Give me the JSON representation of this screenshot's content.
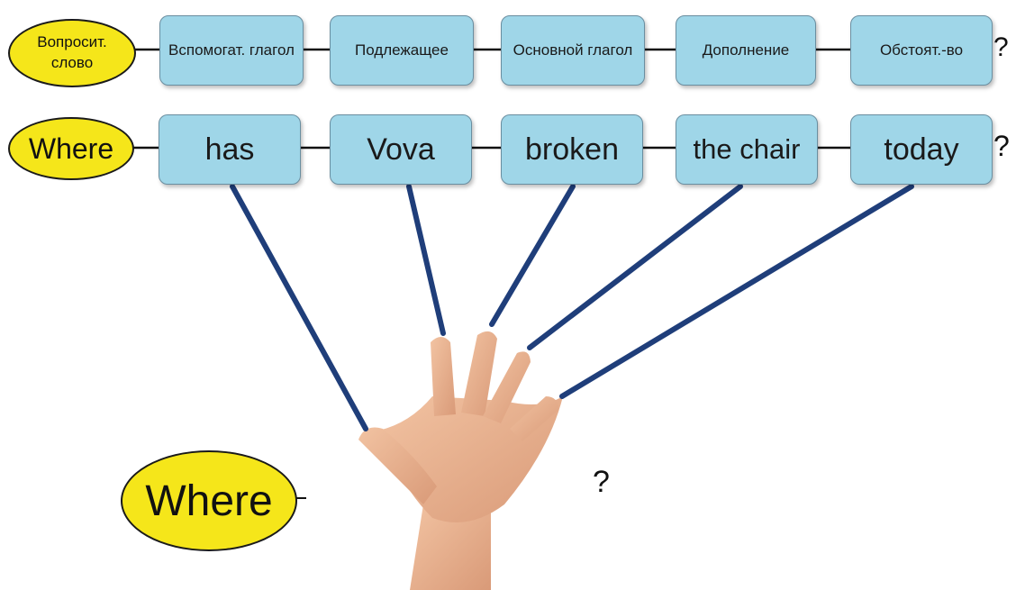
{
  "row1": {
    "question_word": "Вопросит. слово",
    "boxes": [
      "Вспомогат. глагол",
      "Подлежащее",
      "Основной глагол",
      "Дополнение",
      "Обстоят.-во"
    ],
    "end_mark": "?"
  },
  "row2": {
    "question_word": "Where",
    "boxes": [
      "has",
      "Vova",
      "broken",
      "the chair",
      "today"
    ],
    "end_mark": "?"
  },
  "bottom": {
    "question_word": "Where",
    "question_mark": "?"
  },
  "colors": {
    "ellipse_fill": "#f5e61a",
    "box_fill": "#9fd6e8",
    "pointer_line": "#1f3e7a",
    "skin": "#e8b08c"
  },
  "icons": {
    "hand": "open-hand-palm-icon"
  }
}
